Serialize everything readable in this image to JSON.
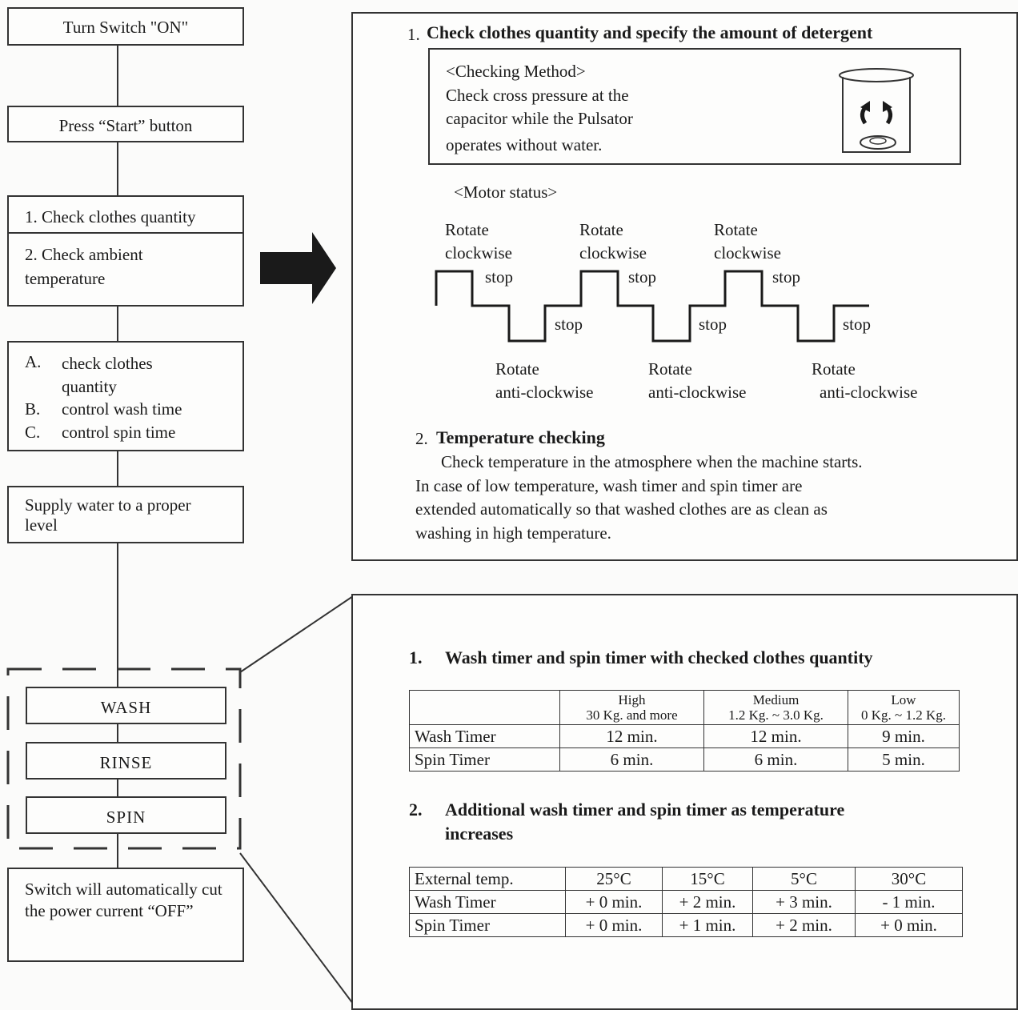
{
  "flowchart": {
    "step1": "Turn Switch \"ON\"",
    "step2": "Press “Start” button",
    "step3a": "1. Check clothes quantity",
    "step3b": "2. Check ambient temperature",
    "control": [
      {
        "letter": "A.",
        "text": "check clothes quantity"
      },
      {
        "letter": "B.",
        "text": "control wash time"
      },
      {
        "letter": "C.",
        "text": "control spin time"
      }
    ],
    "supply": "Supply water to a proper level",
    "wash": "WASH",
    "rinse": "RINSE",
    "spin": "SPIN",
    "switch_off": "Switch will automatically cut the power current “OFF”"
  },
  "panel1": {
    "heading_num": "1.",
    "heading": "Check clothes quantity and specify the amount of detergent",
    "method_title": "<Checking Method>",
    "method_line1": "Check cross pressure at the",
    "method_line2": "capacitor while the Pulsator",
    "method_line3": "operates without water.",
    "motor_status": "<Motor status>",
    "rotate": "Rotate",
    "clockwise": "clockwise",
    "anticlockwise": "anti-clockwise",
    "stop": "stop",
    "temp_heading_num": "2.",
    "temp_heading": "Temperature checking",
    "temp_line1": "Check temperature in the atmosphere when the machine starts.",
    "temp_line2": "In case of low temperature, wash timer and spin timer are",
    "temp_line3": "extended automatically so that washed clothes are as clean as",
    "temp_line4": "washing in high temperature."
  },
  "panel2": {
    "h1_num": "1.",
    "h1": "Wash timer and spin timer with checked clothes quantity",
    "table1": {
      "headers": [
        {
          "name": "High",
          "range": "30 Kg. and more"
        },
        {
          "name": "Medium",
          "range": "1.2 Kg. ~ 3.0 Kg."
        },
        {
          "name": "Low",
          "range": "0 Kg. ~ 1.2 Kg."
        }
      ],
      "rows": [
        {
          "label": "Wash Timer",
          "values": [
            "12 min.",
            "12 min.",
            "9 min."
          ]
        },
        {
          "label": "Spin Timer",
          "values": [
            "6 min.",
            "6 min.",
            "5 min."
          ]
        }
      ]
    },
    "h2_num": "2.",
    "h2_line1": "Additional wash timer and spin timer as temperature",
    "h2_line2": "increases",
    "table2": {
      "header": [
        "External temp.",
        "25°C",
        "15°C",
        "5°C",
        "30°C"
      ],
      "rows": [
        {
          "label": "Wash Timer",
          "values": [
            "+ 0 min.",
            "+ 2 min.",
            "+ 3 min.",
            "- 1 min."
          ]
        },
        {
          "label": "Spin Timer",
          "values": [
            "+ 0 min.",
            "+ 1 min.",
            "+ 2 min.",
            "+ 0 min."
          ]
        }
      ]
    }
  }
}
